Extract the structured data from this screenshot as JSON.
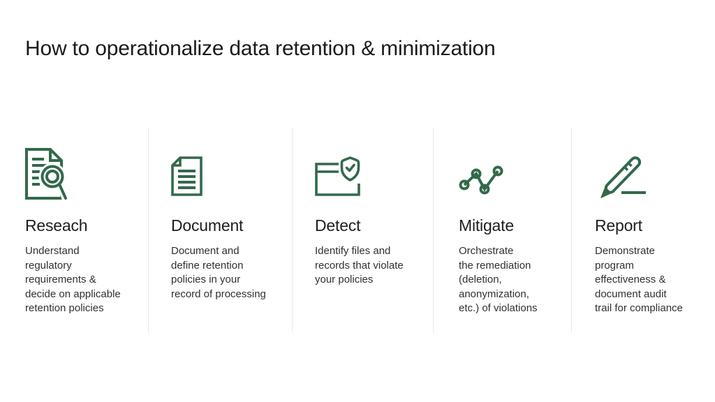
{
  "title": "How to operationalize data retention & minimization",
  "accent_color": "#32694a",
  "divider_color": "#e8e8e8",
  "steps": [
    {
      "heading": "Reseach",
      "description": "Understand\nregulatory\nrequirements &\ndecide on applicable\nretention policies",
      "icon": "document-search-icon"
    },
    {
      "heading": "Document",
      "description": "Document and\ndefine retention\npolicies in your\nrecord of processing",
      "icon": "document-lines-icon"
    },
    {
      "heading": "Detect",
      "description": "Identify files and\nrecords that violate\nyour policies",
      "icon": "file-shield-check-icon"
    },
    {
      "heading": "Mitigate",
      "description": "Orchestrate\nthe remediation\n(deletion,\nanonymization,\netc.) of violations",
      "icon": "chart-nodes-icon"
    },
    {
      "heading": "Report",
      "description": "Demonstrate\nprogram\neffectiveness &\ndocument audit\ntrail for compliance",
      "icon": "pencil-icon"
    }
  ]
}
